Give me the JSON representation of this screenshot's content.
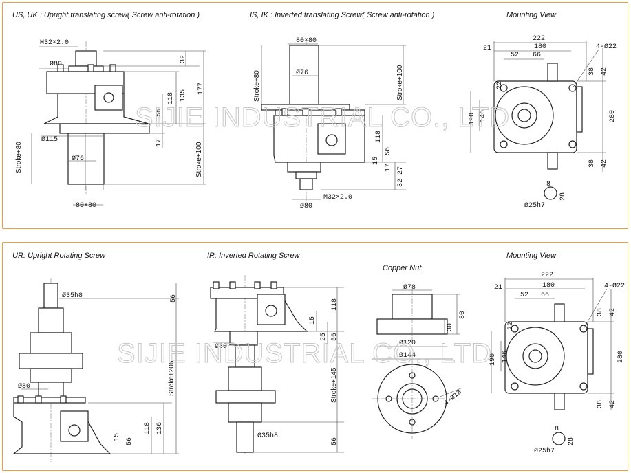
{
  "top": {
    "captions": {
      "us_uk": "US, UK : Upright translating screw( Screw anti-rotation )",
      "is_ik": "IS, IK : Inverted translating Screw( Screw anti-rotation )",
      "mounting": "Mounting View"
    },
    "dims_us": {
      "thread": "M32×2.0",
      "d80": "Ø80",
      "d115": "Ø115",
      "d76": "Ø76",
      "sq": "80×80",
      "h32": "32",
      "h135": "135",
      "h177": "177",
      "h118": "118",
      "h56": "56",
      "h17": "17",
      "stroke80": "Stroke+80",
      "stroke100": "Stroke+100"
    },
    "dims_is": {
      "sq": "80×80",
      "d76": "Ø76",
      "stroke80": "Stroke+80",
      "stroke100": "Stroke+100",
      "h118": "118",
      "h56": "56",
      "h15": "15",
      "h17": "17",
      "h27": "27",
      "h32": "32",
      "thread": "M32×2.0",
      "d80": "Ø80"
    },
    "dims_mount": {
      "w222": "222",
      "w180": "180",
      "w21": "21",
      "w52": "52",
      "w66": "66",
      "holes": "4-Ø22",
      "h38a": "38",
      "h42a": "42",
      "h22": "22",
      "h146": "146",
      "h190": "190",
      "h280": "280",
      "h38b": "38",
      "h42b": "42",
      "key8": "8",
      "key28": "28",
      "shaft": "Ø25h7"
    }
  },
  "bottom": {
    "captions": {
      "ur": "UR: Upright Rotating Screw",
      "ir": "IR: Inverted Rotating Screw",
      "nut": "Copper Nut",
      "mounting": "Mounting View"
    },
    "dims_ur": {
      "d35": "Ø35h8",
      "h56": "56",
      "stroke": "Stroke+206",
      "d80": "Ø80",
      "h118": "118",
      "h136": "136",
      "h15": "15",
      "h56b": "56"
    },
    "dims_ir": {
      "h118": "118",
      "h15": "15",
      "h25": "25",
      "h56": "56",
      "d80": "Ø80",
      "stroke": "Stroke+145",
      "d35": "Ø35h8",
      "h56b": "56"
    },
    "dims_nut": {
      "d78": "Ø78",
      "h30": "30",
      "h80": "80",
      "d120": "Ø120",
      "d144": "Ø144",
      "holes": "4-Ø13"
    },
    "dims_mount": {
      "w222": "222",
      "w180": "180",
      "w21": "21",
      "w52": "52",
      "w66": "66",
      "holes": "4-Ø22",
      "h38a": "38",
      "h42a": "42",
      "h22": "22",
      "h146": "146",
      "h190": "190",
      "h280": "280",
      "h38b": "38",
      "h42b": "42",
      "key8": "8",
      "key28": "28",
      "shaft": "Ø25h7"
    }
  },
  "watermark": "SIJIE INDUSTRIAL CO., LTD"
}
